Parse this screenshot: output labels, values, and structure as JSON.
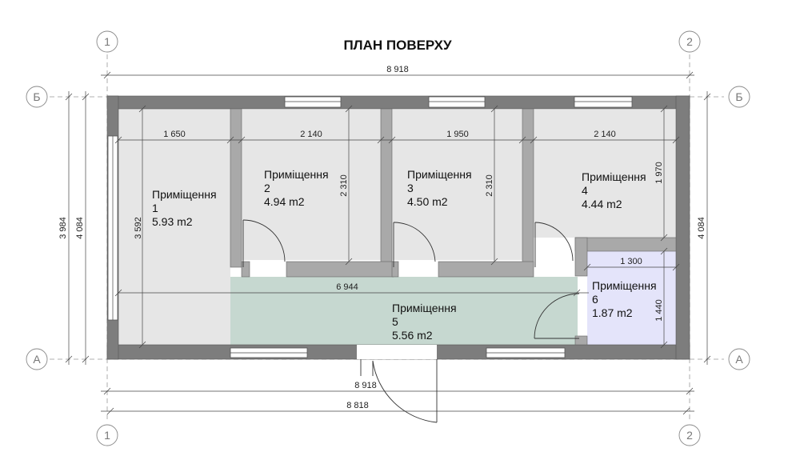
{
  "title": "ПЛАН ПОВЕРХУ",
  "axes": {
    "col1": "1",
    "col2": "2",
    "rowB": "Б",
    "rowA": "А"
  },
  "dimensions": {
    "top_total": "8 918",
    "bottom_total_1": "8 918",
    "bottom_total_2": "8 818",
    "left_outer": "3 984",
    "left_inner": "4 084",
    "right": "4 084",
    "room1_width": "1 650",
    "room2_width": "2 140",
    "room3_width": "1 950",
    "room4_width": "2 140",
    "room1_height": "3 592",
    "room2_height": "2 310",
    "room3_height": "2 310",
    "room4_height": "1 970",
    "corridor_length": "6 944",
    "room6_width": "1 300",
    "room6_height": "1 440"
  },
  "rooms": [
    {
      "name": "Приміщення",
      "number": "1",
      "area": "5.93 m2"
    },
    {
      "name": "Приміщення",
      "number": "2",
      "area": "4.94 m2"
    },
    {
      "name": "Приміщення",
      "number": "3",
      "area": "4.50 m2"
    },
    {
      "name": "Приміщення",
      "number": "4",
      "area": "4.44 m2"
    },
    {
      "name": "Приміщення",
      "number": "5",
      "area": "5.56 m2"
    },
    {
      "name": "Приміщення",
      "number": "6",
      "area": "1.87 m2"
    }
  ],
  "colors": {
    "room_fill": "#e6e6e6",
    "corridor_fill": "#c6d8d0",
    "room6_fill": "#e4e4fa",
    "wall": "#7d7d7d"
  }
}
